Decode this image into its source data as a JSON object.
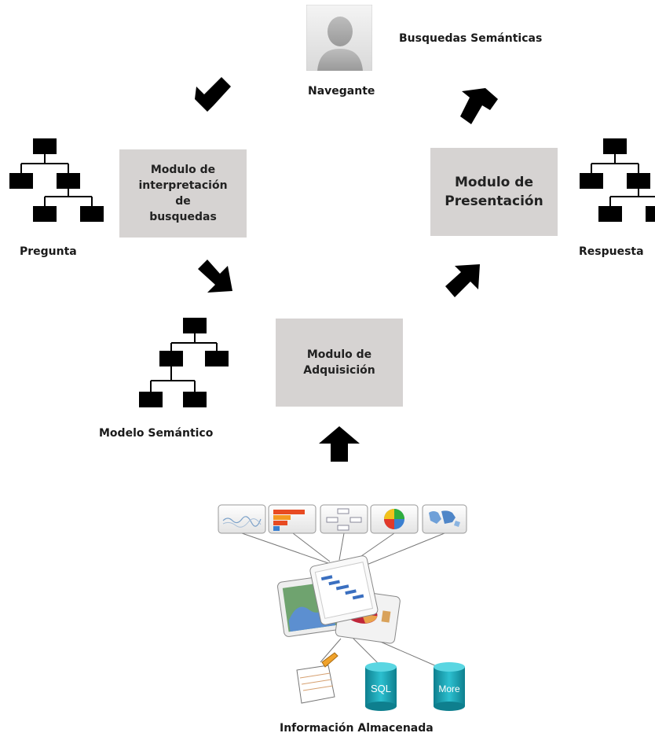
{
  "user": {
    "label": "Navegante",
    "icon": "user-avatar-icon"
  },
  "title": "Busquedas Semánticas",
  "modules": {
    "interpretation": [
      "Modulo de",
      "interpretación",
      "de",
      "busquedas"
    ],
    "presentation": [
      "Modulo de",
      "Presentación"
    ],
    "acquisition": [
      "Modulo de",
      "Adquisición"
    ]
  },
  "trees": {
    "question": "Pregunta",
    "answer": "Respuesta",
    "semantic_model": "Modelo Semántico"
  },
  "storage": {
    "label": "Información Almacenada",
    "db_sql": "SQL",
    "db_more": "More"
  },
  "colors": {
    "module_fill": "#d6d3d2",
    "arrow": "#000000",
    "db_teal": "#1aa0b0"
  }
}
